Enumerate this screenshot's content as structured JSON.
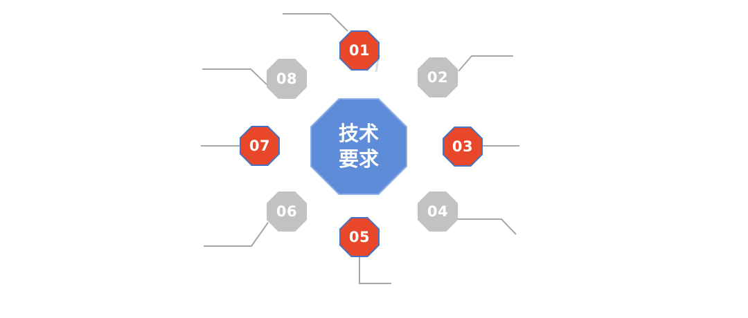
{
  "diagram": {
    "center": {
      "line1": "技术",
      "line2": "要求"
    },
    "nodes": [
      {
        "label": "01",
        "variant": "red"
      },
      {
        "label": "02",
        "variant": "gray"
      },
      {
        "label": "03",
        "variant": "red"
      },
      {
        "label": "04",
        "variant": "gray"
      },
      {
        "label": "05",
        "variant": "red"
      },
      {
        "label": "06",
        "variant": "gray"
      },
      {
        "label": "07",
        "variant": "red"
      },
      {
        "label": "08",
        "variant": "gray"
      }
    ],
    "colors": {
      "node_red_fill": "#E8472A",
      "node_red_border": "#4472C4",
      "node_gray_fill": "#C2C2C2",
      "center_fill": "#5F8CD9",
      "center_border": "#8FAEE4",
      "leader_line": "#A6A6A6",
      "label_text": "#FFFFFF",
      "background": "#FFFFFF"
    }
  }
}
